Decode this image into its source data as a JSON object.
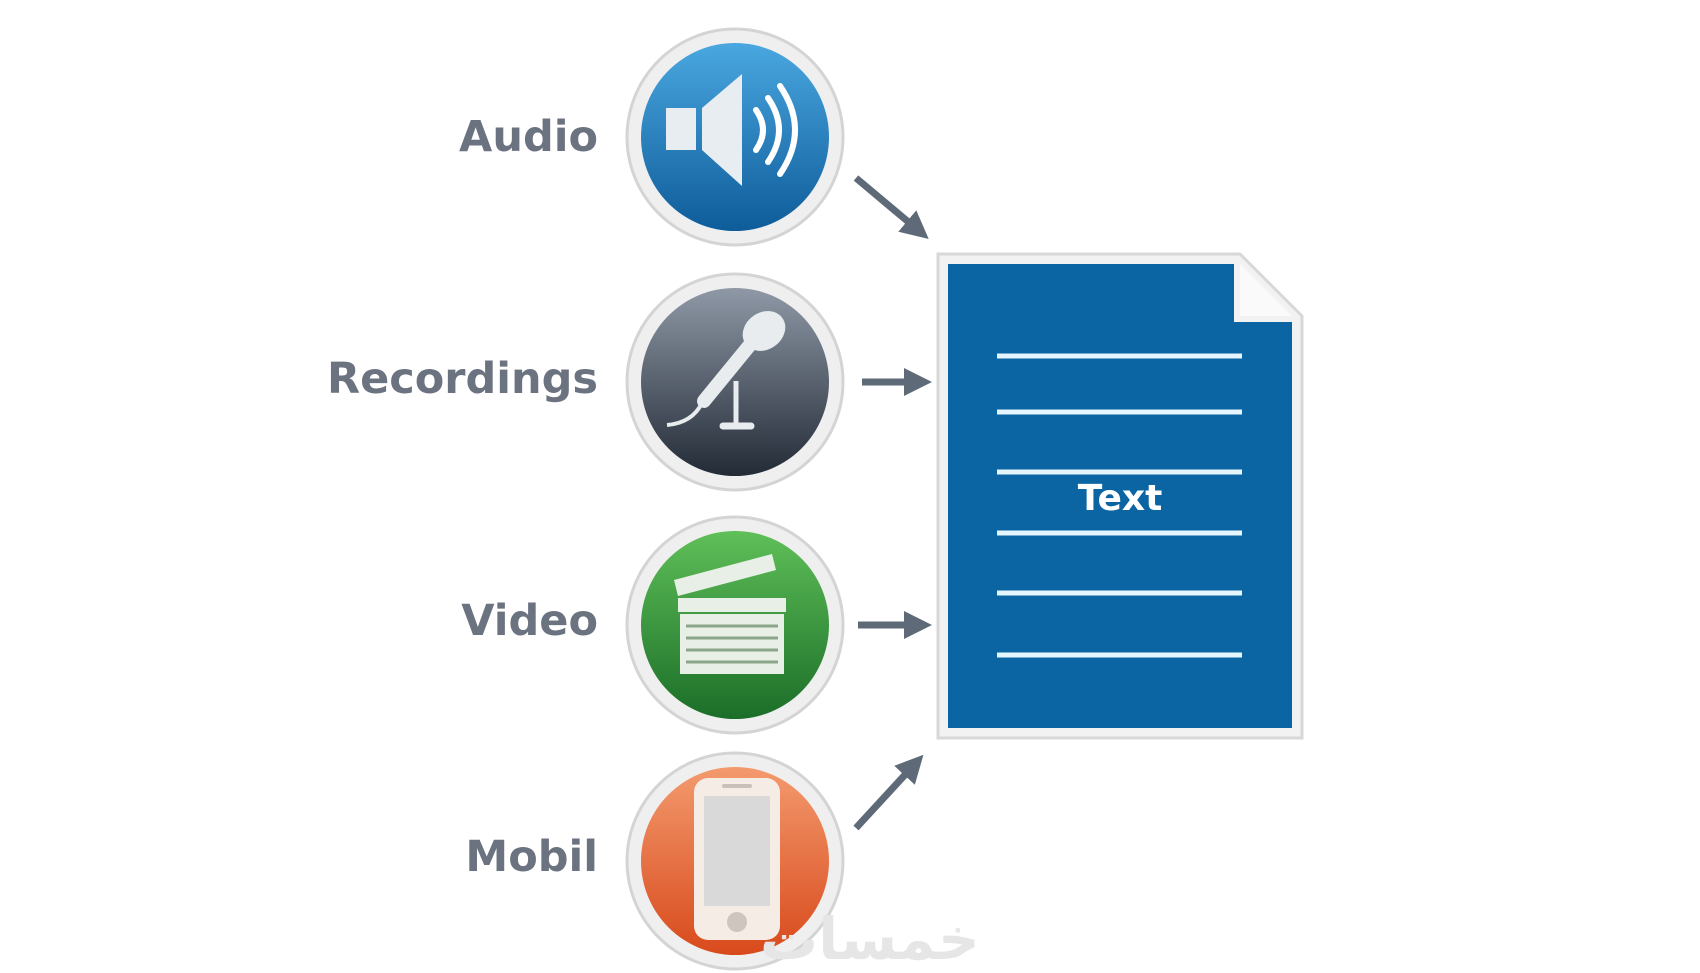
{
  "sources": [
    {
      "label": "Audio",
      "icon": "speaker-icon",
      "color": "#1f7cc0"
    },
    {
      "label": "Recordings",
      "icon": "microphone-icon",
      "color": "#3c4654"
    },
    {
      "label": "Video",
      "icon": "clapperboard-icon",
      "color": "#2e8a3a"
    },
    {
      "label": "Mobil",
      "icon": "mobile-phone-icon",
      "color": "#e0562a"
    }
  ],
  "target": {
    "label": "Text",
    "icon": "document-icon",
    "color": "#0b65a3"
  },
  "watermark": "خمسات",
  "arrow_color": "#5f6a79"
}
